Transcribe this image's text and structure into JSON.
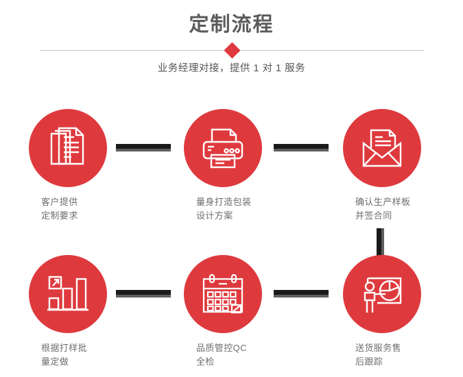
{
  "header": {
    "title": "定制流程",
    "subtitle": "业务经理对接，提供 1 对 1 服务",
    "accent_color": "#de3a3e",
    "title_color": "#5b5b5b",
    "divider_color": "#c9c9c9"
  },
  "flow": {
    "connector_color": "#1a1a1a",
    "connector_shadow_color": "#5e5e5e",
    "circle_color": "#de3a3e",
    "caption_color": "#6e6e6e",
    "steps": [
      {
        "index": 1,
        "icon": "documents-stack-icon",
        "caption_line1": "客户提供",
        "caption_line2": "定制要求"
      },
      {
        "index": 2,
        "icon": "printer-icon",
        "caption_line1": "量身打造包装",
        "caption_line2": "设计方案"
      },
      {
        "index": 3,
        "icon": "envelope-document-icon",
        "caption_line1": "确认生产样板",
        "caption_line2": "并签合同"
      },
      {
        "index": 4,
        "icon": "bar-chart-growth-icon",
        "caption_line1": "根据打样批",
        "caption_line2": "量定做"
      },
      {
        "index": 5,
        "icon": "calendar-check-icon",
        "caption_line1": "品质管控QC",
        "caption_line2": "全检"
      },
      {
        "index": 6,
        "icon": "presentation-pie-chart-icon",
        "caption_line1": "送货服务售",
        "caption_line2": "后跟踪"
      }
    ]
  }
}
